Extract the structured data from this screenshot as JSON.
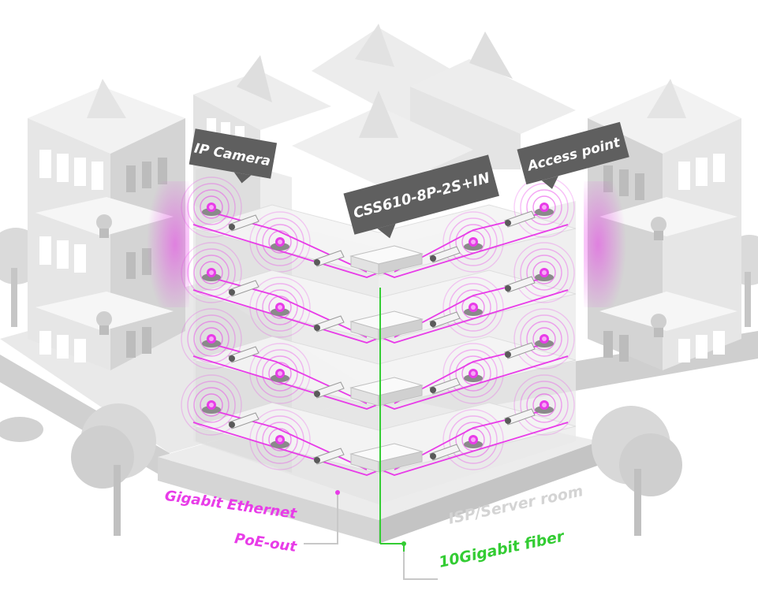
{
  "labels": {
    "ip_camera": "IP Camera",
    "switch_model": "CSS610-8P-2S+IN",
    "access_point": "Access point",
    "gigabit_ethernet": "Gigabit Ethernet",
    "poe_out": "PoE-out",
    "server_room": "ISP/Server room",
    "fiber": "10Gigabit fiber"
  },
  "colors": {
    "building_light": "#f0f0f0",
    "building_mid": "#dcdcdc",
    "building_dark": "#b4b4b4",
    "window": "#ffffff",
    "ethernet": "#e83ce8",
    "fiber": "#33cc33",
    "callout_bg": "#5f5f5f",
    "callout_text": "#ffffff",
    "server_room_text": "#d4d4d4",
    "leader_line": "#c8c8c8"
  },
  "floors": [
    {
      "name": "floor-4"
    },
    {
      "name": "floor-3"
    },
    {
      "name": "floor-2"
    },
    {
      "name": "floor-1"
    }
  ],
  "icons": [
    "ip-camera-icon",
    "access-point-icon",
    "switch-icon",
    "tree-icon",
    "wifi-signal-icon",
    "plant-icon"
  ]
}
